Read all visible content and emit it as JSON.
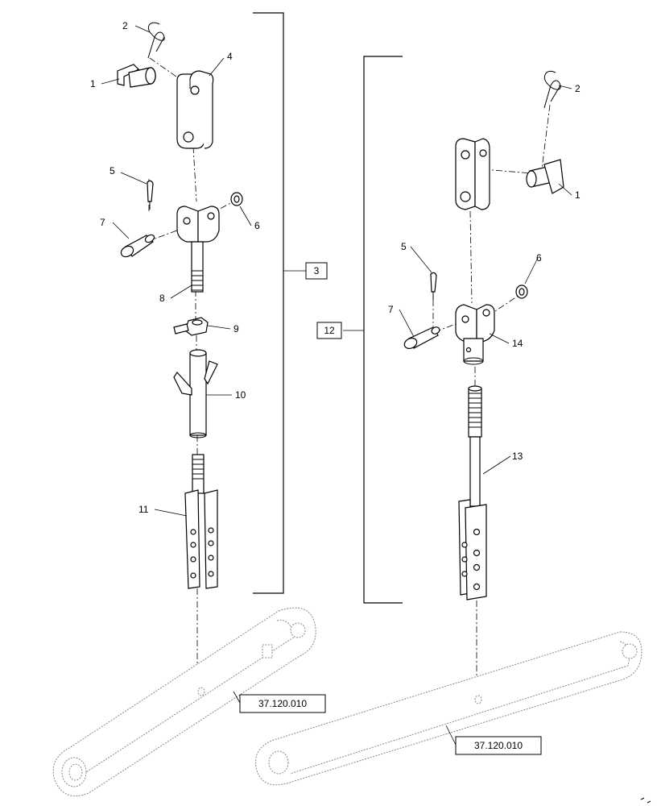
{
  "callouts": {
    "left_pin_clip": "1",
    "left_r_clip": "2",
    "left_upper_yoke": "4",
    "left_cotter": "5",
    "left_washer": "6",
    "left_pin": "7",
    "left_threaded_yoke": "8",
    "left_nut": "9",
    "left_tube": "10",
    "left_lower_link": "11",
    "right_r_clip": "2",
    "right_pin_clip": "1",
    "right_cotter": "5",
    "right_washer": "6",
    "right_pin": "7",
    "right_yoke": "14",
    "right_rod": "13"
  },
  "assembly_refs": {
    "left_assembly": "3",
    "right_assembly": "12"
  },
  "section_refs": {
    "left_arm": "37.120.010",
    "right_arm": "37.120.010"
  }
}
